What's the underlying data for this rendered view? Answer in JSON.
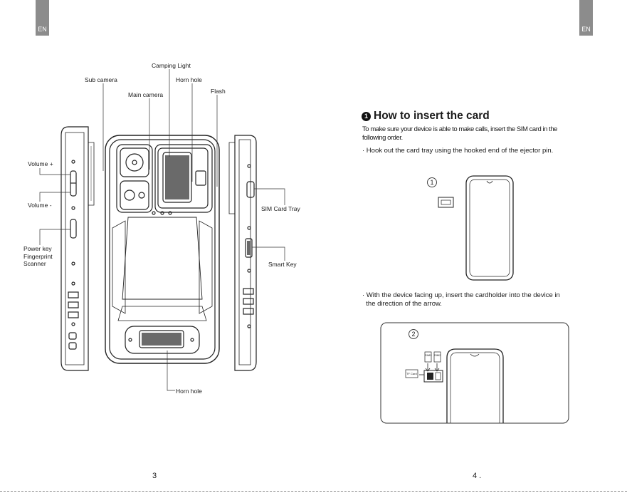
{
  "header": {
    "lang_left": "EN",
    "lang_right": "EN"
  },
  "diagram": {
    "camping_light": "Camping Light",
    "sub_camera": "Sub camera",
    "horn_hole_top": "Horn hole",
    "main_camera": "Main camera",
    "flash": "Flash",
    "volume_up": "Volume +",
    "volume_down": "Volume -",
    "power_key": "Power key",
    "fingerprint_1": "Fingerprint",
    "fingerprint_2": "Scanner",
    "sim_tray": "SIM Card Tray",
    "smart_key": "Smart Key",
    "horn_hole_bottom": "Horn hole"
  },
  "section": {
    "number": "1",
    "title": "How to insert the card",
    "intro_line1": "To make sure your device is able to make calls, insert the SIM card in the",
    "intro_line2": "following order.",
    "step1_text": "· Hook out the card tray using the hooked end of the ejector pin.",
    "step2_line1": "· With the device facing up, insert the cardholder into the device in",
    "step2_line2": "  the direction of the arrow.",
    "step1_num": "1",
    "step2_num": "2",
    "tray_sim1": "SIM1",
    "tray_sim2": "SIM2",
    "tf_card": "TF Card"
  },
  "footer": {
    "page_left": "3",
    "page_right": "4 ."
  }
}
